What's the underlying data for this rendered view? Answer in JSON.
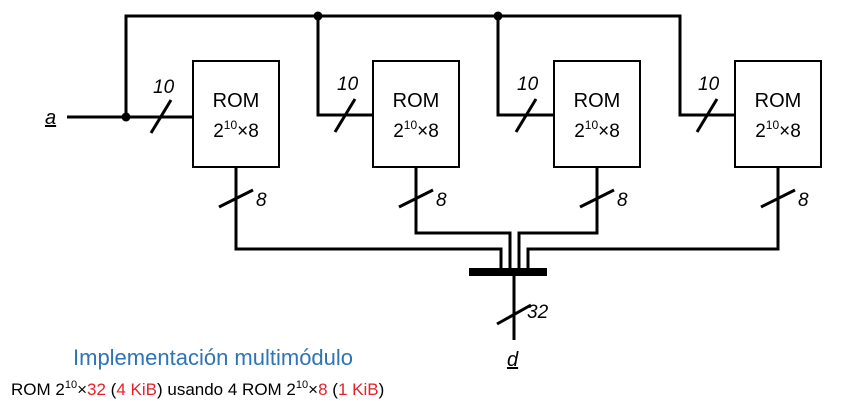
{
  "diagram": {
    "signal_a": "a",
    "signal_d": "d",
    "modules": [
      {
        "label": "ROM",
        "size_base": "2",
        "size_exp": "10",
        "size_tail": "×8",
        "addr_width": "10",
        "data_width": "8"
      },
      {
        "label": "ROM",
        "size_base": "2",
        "size_exp": "10",
        "size_tail": "×8",
        "addr_width": "10",
        "data_width": "8"
      },
      {
        "label": "ROM",
        "size_base": "2",
        "size_exp": "10",
        "size_tail": "×8",
        "addr_width": "10",
        "data_width": "8"
      },
      {
        "label": "ROM",
        "size_base": "2",
        "size_exp": "10",
        "size_tail": "×8",
        "addr_width": "10",
        "data_width": "8"
      }
    ],
    "output_width": "32",
    "title": "Implementación multimódulo",
    "caption": {
      "p1": "ROM 2",
      "p1_exp": "10",
      "p2": "×",
      "p3": "32",
      "p4": " (",
      "p5": "4 KiB",
      "p6": ") usando 4 ROM 2",
      "p6_exp": "10",
      "p7": "×",
      "p8": "8",
      "p9": " (",
      "p10": "1 KiB",
      "p11": ")"
    },
    "colors": {
      "title": "#2e74b5",
      "highlight": "#e8202a",
      "line": "#000000"
    }
  }
}
